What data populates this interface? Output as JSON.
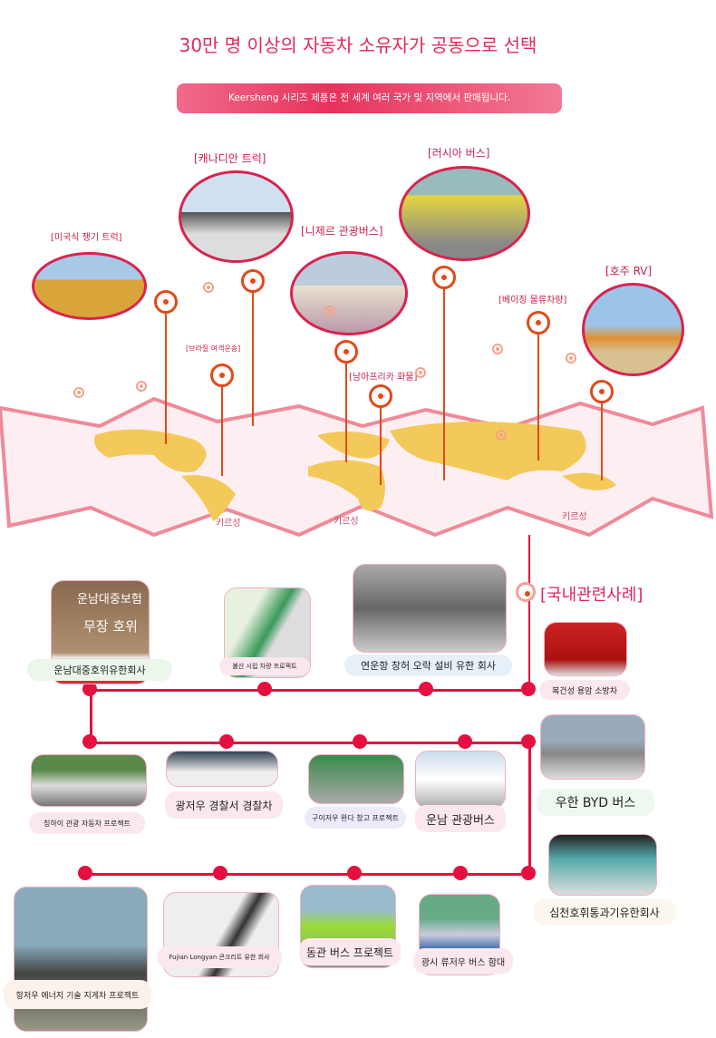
{
  "title": "30만 명 이상의 자동차 소유자가 공동으로 선택",
  "banner": "Keersheng 시리즈 제품은 전 세계 여러 국가 및 지역에서 판매됩니다.",
  "world_cases": [
    {
      "label": "[미국식 쟁기 트럭]",
      "photo": "harvester"
    },
    {
      "label": "[캐나디안 트럭]",
      "photo": "semi-truck"
    },
    {
      "label": "[니제르 관광버스]",
      "photo": "safari-bus"
    },
    {
      "label": "[러시아 버스]",
      "photo": "city-bus"
    },
    {
      "label": "[호주 RV]",
      "photo": "rv-caravan"
    }
  ],
  "pin_labels": [
    "[브라질 여객운송]",
    "[남아프리카 화물]",
    "[베이징 물류차량]"
  ],
  "map_labels": [
    "키르성",
    "키르성",
    "키르성"
  ],
  "domestic_title": "[국내관련사례]",
  "domestic_cases": [
    {
      "label": "운남대중호위유한회사",
      "photo_text": [
        "운남대중보험",
        "무장 호위"
      ]
    },
    {
      "label": "불산 시립 차량 프로젝트"
    },
    {
      "label": "연운항 창허 오락 설비 유한 회사"
    },
    {
      "label": "복건성 용암 소방차"
    },
    {
      "label": "우한 BYD 버스"
    },
    {
      "label": "칭하이 관광 자동차 프로젝트"
    },
    {
      "label": "광저우 경찰서 경찰차"
    },
    {
      "label": "구이저우 완다 창고 프로젝트"
    },
    {
      "label": "운남 관광버스"
    },
    {
      "label": "심천호휘통과기유한회사"
    },
    {
      "label": "항저우 에너지 기술 지게차 프로젝트"
    },
    {
      "label": "Fujian Longyan 콘크리트 유한 회사"
    },
    {
      "label": "동관 버스 프로젝트"
    },
    {
      "label": "광시 류저우 버스 함대"
    }
  ],
  "colors": {
    "accent": "#e5103f",
    "pin": "#e04a1a",
    "map": "#f3c95a"
  }
}
